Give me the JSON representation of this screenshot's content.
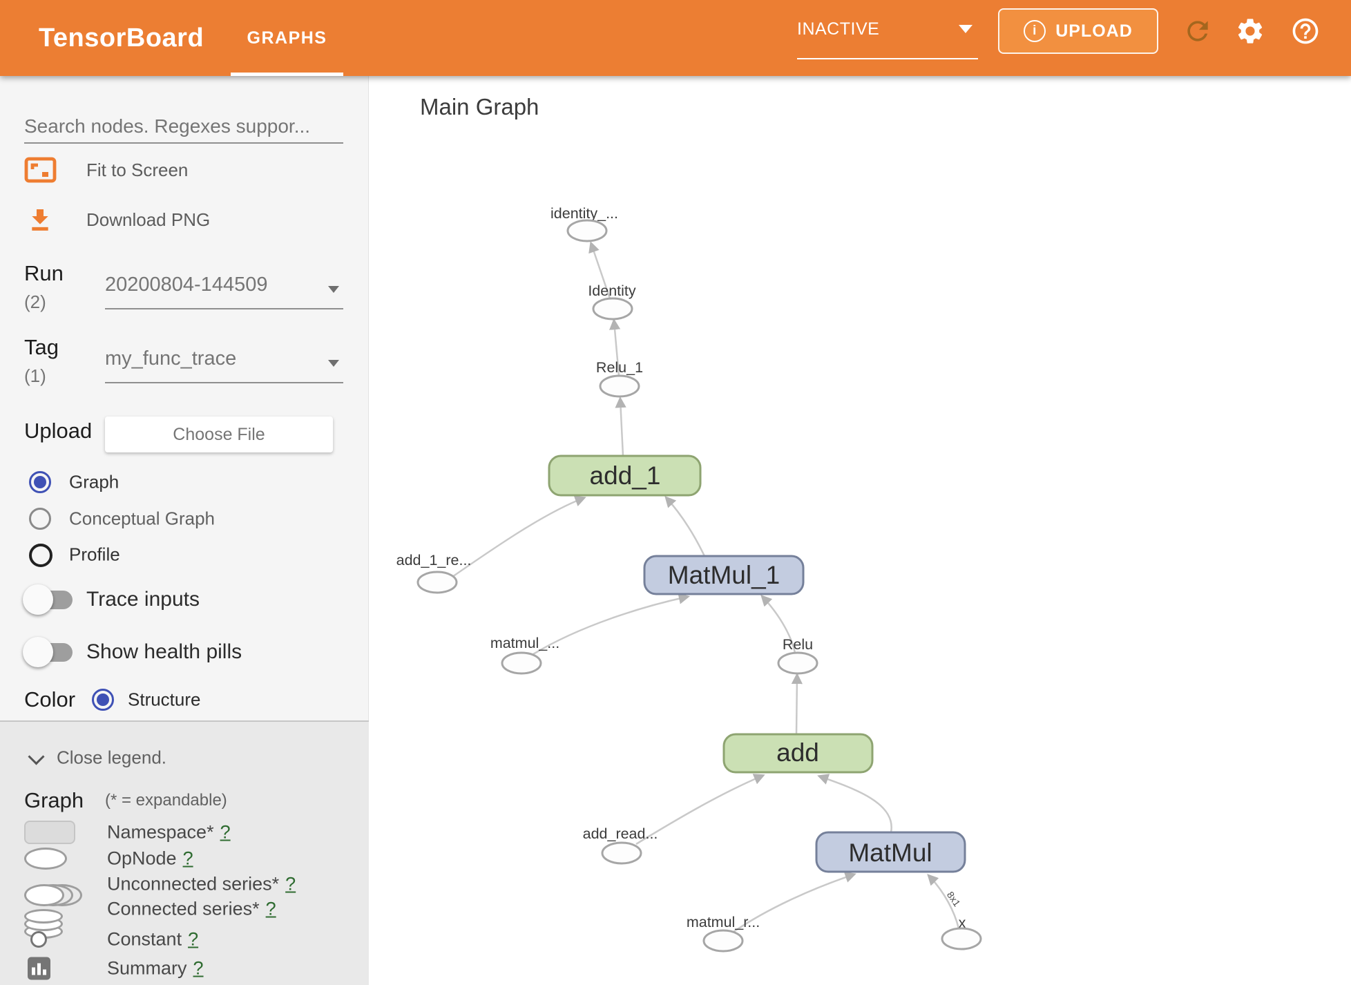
{
  "colors": {
    "header_bg": "#ec7e33",
    "accent_indigo": "#3f51b5",
    "node_green_fill": "#cbe0b4",
    "node_green_stroke": "#8ea471",
    "node_blue_fill": "#c3cce0",
    "node_blue_stroke": "#75809a",
    "edge_gray": "#c9c9c9",
    "help_link_green": "#2e6b30"
  },
  "header": {
    "app_title": "TensorBoard",
    "active_tab": "GRAPHS",
    "status_dropdown_value": "INACTIVE",
    "upload_button_label": "UPLOAD",
    "icons": [
      "info-icon",
      "refresh-icon",
      "settings-gear-icon",
      "help-icon"
    ]
  },
  "sidebar": {
    "search_placeholder": "Search nodes. Regexes suppor...",
    "fit_to_screen_label": "Fit to Screen",
    "download_png_label": "Download PNG",
    "run": {
      "label": "Run",
      "count": "(2)",
      "value": "20200804-144509"
    },
    "tag": {
      "label": "Tag",
      "count": "(1)",
      "value": "my_func_trace"
    },
    "upload": {
      "label": "Upload",
      "button_label": "Choose File"
    },
    "view_options": [
      {
        "label": "Graph",
        "selected": true
      },
      {
        "label": "Conceptual Graph",
        "selected": false
      },
      {
        "label": "Profile",
        "selected": false
      }
    ],
    "toggles": [
      {
        "label": "Trace inputs",
        "on": false
      },
      {
        "label": "Show health pills",
        "on": false
      }
    ],
    "color_by": {
      "label": "Color",
      "selected_option": "Structure"
    },
    "legend": {
      "close_label": "Close legend.",
      "heading": "Graph",
      "note": "(* = expandable)",
      "help_symbol": "?",
      "items": [
        {
          "shape": "namespace",
          "label": "Namespace*"
        },
        {
          "shape": "opnode",
          "label": "OpNode"
        },
        {
          "shape": "unconnected-series",
          "label": "Unconnected series*"
        },
        {
          "shape": "connected-series",
          "label": "Connected series*"
        },
        {
          "shape": "constant",
          "label": "Constant"
        },
        {
          "shape": "summary",
          "label": "Summary"
        }
      ]
    }
  },
  "main": {
    "title": "Main Graph",
    "graph": {
      "op_nodes": {
        "identity_out": "identity_...",
        "identity": "Identity",
        "relu_1": "Relu_1",
        "add_1_read": "add_1_re...",
        "matmul_1_read": "matmul_...",
        "relu": "Relu",
        "add_read": "add_read...",
        "matmul_read": "matmul_r...",
        "x": "x"
      },
      "block_nodes": {
        "add_1": "add_1",
        "matmul_1": "MatMul_1",
        "add": "add",
        "matmul": "MatMul"
      },
      "edge_shape_label": "8x1"
    }
  }
}
